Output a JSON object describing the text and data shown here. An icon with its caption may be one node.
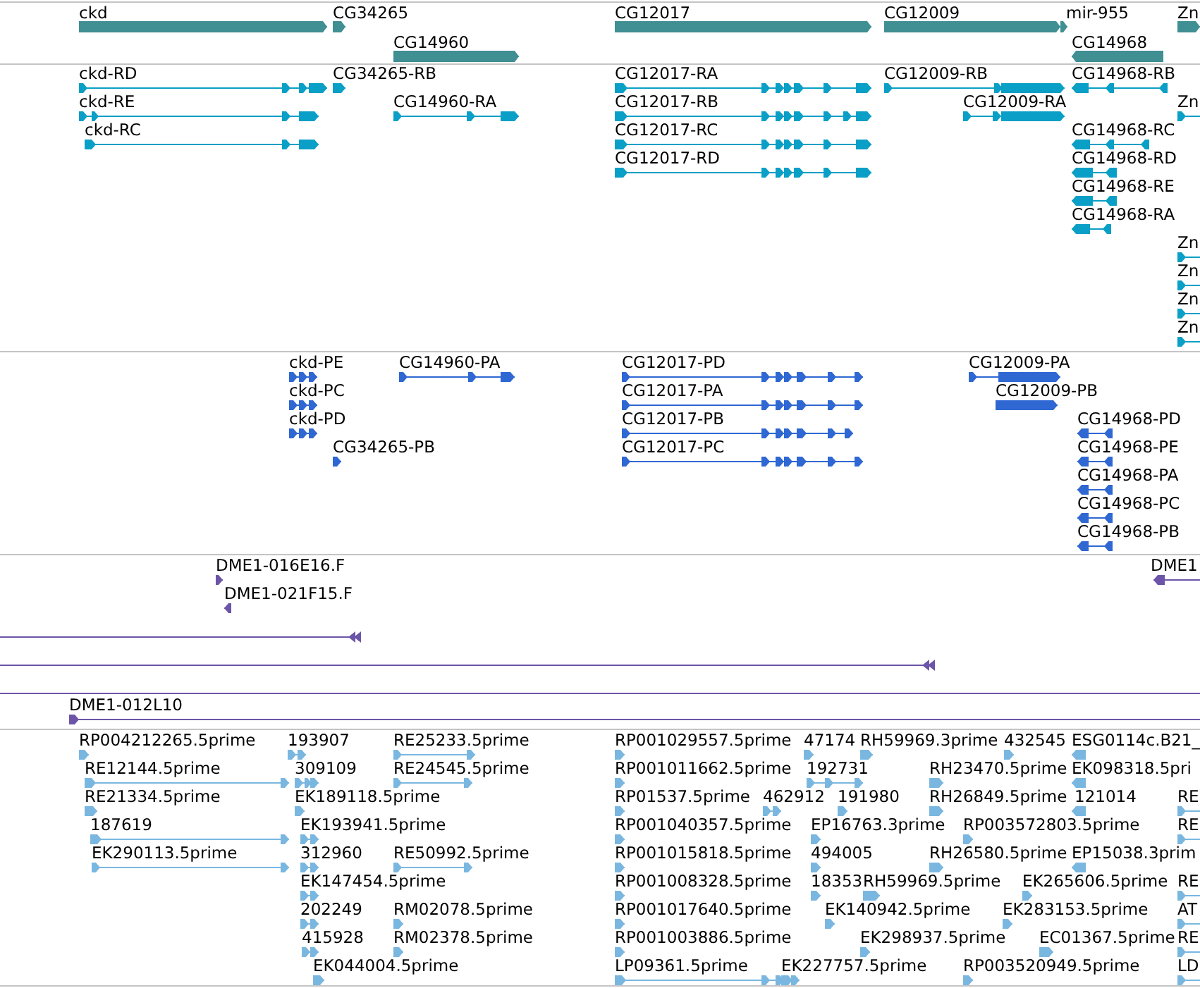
{
  "diagram": {
    "labels": [
      "ckd",
      "CG34265",
      "CG12017",
      "CG12009",
      "mir-955",
      "Zn",
      "CG14960",
      "CG14968",
      "ckd-RD",
      "CG34265-RB",
      "CG12017-RA",
      "CG12009-RB",
      "CG14968-RB",
      "ckd-RE",
      "CG14960-RA",
      "CG12017-RB",
      "CG12009-RA",
      "Zn",
      "ckd-RC",
      "CG12017-RC",
      "CG14968-RC",
      "CG12017-RD",
      "CG14968-RD",
      "CG14968-RE",
      "CG14968-RA",
      "Zn",
      "Zn",
      "Zn",
      "Zn",
      "ckd-PE",
      "CG14960-PA",
      "CG12017-PD",
      "CG12009-PA",
      "ckd-PC",
      "CG12017-PA",
      "CG12009-PB",
      "ckd-PD",
      "CG12017-PB",
      "CG14968-PD",
      "CG34265-PB",
      "CG12017-PC",
      "CG14968-PE",
      "CG14968-PA",
      "CG14968-PC",
      "CG14968-PB",
      "DME1-016E16.F",
      "DME1",
      "DME1-021F15.F",
      "DME1-012L10",
      "RP004212265.5prime",
      "193907",
      "RE25233.5prime",
      "RP001029557.5prime",
      "47174",
      "RH59969.3prime",
      "432545",
      "ESG0114c.B21_",
      "RE12144.5prime",
      "309109",
      "RE24545.5prime",
      "RP001011662.5prime",
      "192731",
      "RH23470.5prime",
      "EK098318.5pri",
      "RE21334.5prime",
      "EK189118.5prime",
      "RP01537.5prime",
      "462912",
      "191980",
      "RH26849.5prime",
      "121014",
      "RE",
      "187619",
      "EK193941.5prime",
      "RP001040357.5prime",
      "EP16763.3prime",
      "RP003572803.5prime",
      "RE",
      "EK290113.5prime",
      "312960",
      "RE50992.5prime",
      "RP001015818.5prime",
      "494005",
      "RH26580.5prime",
      "EP15038.3prim",
      "EK147454.5prime",
      "RP001008328.5prime",
      "18353",
      "RH59969.5prime",
      "EK265606.5prime",
      "RE",
      "202249",
      "RM02078.5prime",
      "RP001017640.5prime",
      "EK140942.5prime",
      "EK283153.5prime",
      "AT",
      "415928",
      "RM02378.5prime",
      "RP001003886.5prime",
      "EK298937.5prime",
      "EC01367.5prime",
      "RE",
      "EK044004.5prime",
      "LP09361.5prime",
      "EK227757.5prime",
      "RP003520949.5prime",
      "LD"
    ]
  }
}
